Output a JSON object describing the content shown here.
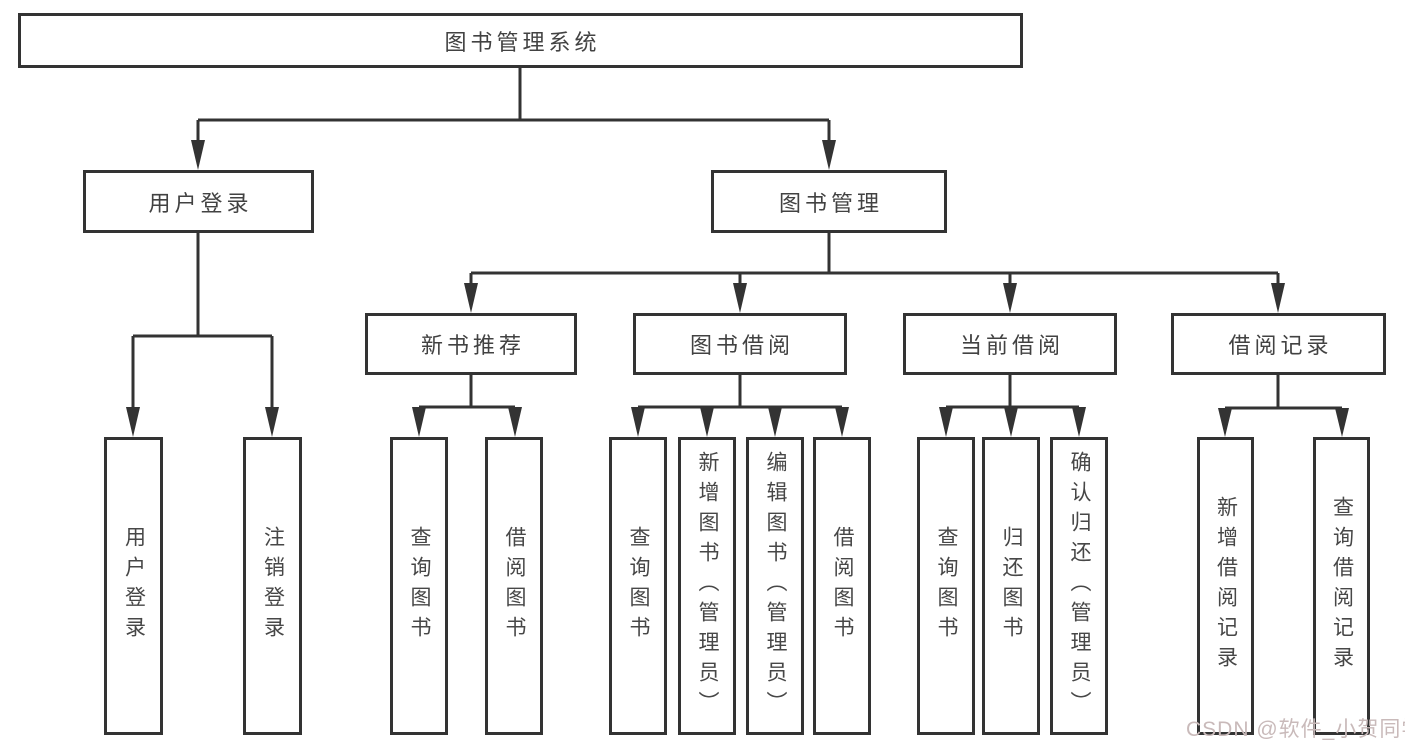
{
  "diagram": {
    "watermark": "CSDN @软件_小贺同学",
    "colors": {
      "line": "#333333",
      "box_border": "#333333",
      "box_fill": "#ffffff",
      "text": "#474747",
      "watermark": "#c9baba",
      "background": "#ffffff"
    },
    "root": {
      "label": "图书管理系统",
      "children": [
        {
          "label": "用户登录",
          "children": [
            {
              "label": "用户登录"
            },
            {
              "label": "注销登录"
            }
          ]
        },
        {
          "label": "图书管理",
          "children": [
            {
              "label": "新书推荐",
              "children": [
                {
                  "label": "查询图书"
                },
                {
                  "label": "借阅图书"
                }
              ]
            },
            {
              "label": "图书借阅",
              "children": [
                {
                  "label": "查询图书"
                },
                {
                  "label": "新增图书（管理员）"
                },
                {
                  "label": "编辑图书（管理员）"
                },
                {
                  "label": "借阅图书"
                }
              ]
            },
            {
              "label": "当前借阅",
              "children": [
                {
                  "label": "查询图书"
                },
                {
                  "label": "归还图书"
                },
                {
                  "label": "确认归还（管理员）"
                }
              ]
            },
            {
              "label": "借阅记录",
              "children": [
                {
                  "label": "新增借阅记录"
                },
                {
                  "label": "查询借阅记录"
                }
              ]
            }
          ]
        }
      ]
    }
  }
}
